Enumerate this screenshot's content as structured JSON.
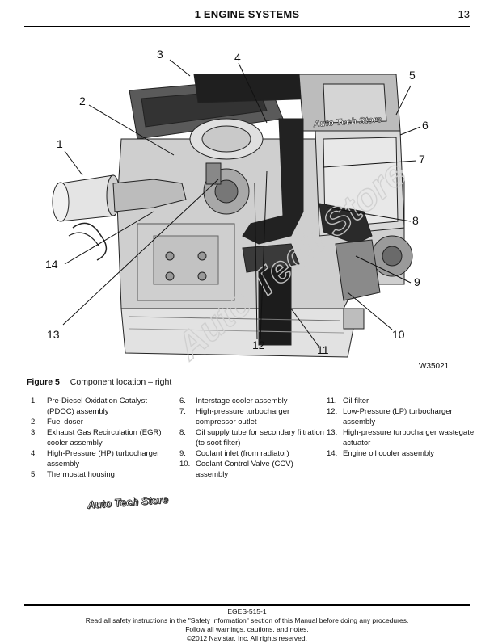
{
  "header": {
    "title": "1 ENGINE SYSTEMS",
    "page_number": "13"
  },
  "figure": {
    "code": "W35021",
    "callouts": [
      "1",
      "2",
      "3",
      "4",
      "5",
      "6",
      "7",
      "8",
      "9",
      "10",
      "11",
      "12",
      "13",
      "14"
    ],
    "watermark_diagonal": "Auto Tech Store",
    "watermark_label": "Auto Tech Store"
  },
  "caption": {
    "label": "Figure 5",
    "text": "Component location – right"
  },
  "legend": {
    "col1": [
      {
        "n": "1.",
        "t": "Pre-Diesel Oxidation Catalyst (PDOC) assembly"
      },
      {
        "n": "2.",
        "t": "Fuel doser"
      },
      {
        "n": "3.",
        "t": "Exhaust Gas Recirculation (EGR) cooler assembly"
      },
      {
        "n": "4.",
        "t": "High-Pressure (HP) turbocharger assembly"
      },
      {
        "n": "5.",
        "t": "Thermostat housing"
      }
    ],
    "col2": [
      {
        "n": "6.",
        "t": "Interstage cooler assembly"
      },
      {
        "n": "7.",
        "t": "High-pressure turbocharger compressor outlet"
      },
      {
        "n": "8.",
        "t": "Oil supply tube for secondary filtration (to soot filter)"
      },
      {
        "n": "9.",
        "t": "Coolant inlet (from radiator)"
      },
      {
        "n": "10.",
        "t": "Coolant Control Valve (CCV) assembly"
      }
    ],
    "col3": [
      {
        "n": "11.",
        "t": "Oil filter"
      },
      {
        "n": "12.",
        "t": "Low-Pressure (LP) turbocharger assembly"
      },
      {
        "n": "13.",
        "t": "High-pressure turbocharger wastegate actuator"
      },
      {
        "n": "14.",
        "t": "Engine oil cooler assembly"
      }
    ]
  },
  "watermark_bottom": "Auto Tech Store",
  "footer": {
    "doc_id": "EGES-515-1",
    "line1": "Read all safety instructions in the \"Safety Information\" section of this Manual before doing any procedures.",
    "line2": "Follow all warnings, cautions, and notes.",
    "line3": "©2012 Navistar, Inc. All rights reserved."
  }
}
